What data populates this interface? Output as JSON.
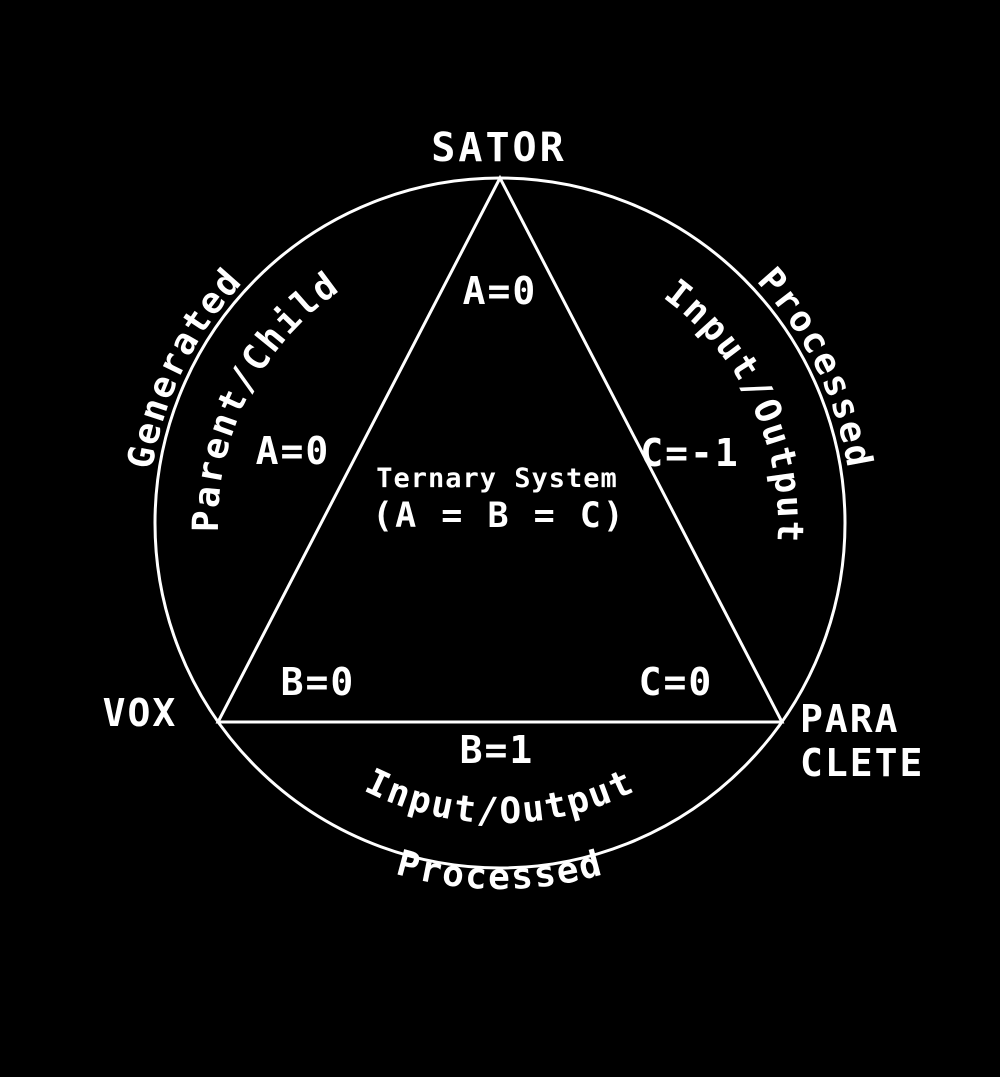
{
  "colors": {
    "background": "#000000",
    "foreground": "#ffffff"
  },
  "diagram": {
    "center": {
      "line1": "Ternary System",
      "line2": "(A = B = C)"
    },
    "vertices": {
      "top": "SATOR",
      "left": "VOX",
      "right_line1": "PARA",
      "right_line2": "CLETE"
    },
    "edge_labels": {
      "apex_inner": "A=0",
      "left_edge": "A=0",
      "right_edge": "C=-1",
      "base_left_inner": "B=0",
      "base_right_inner": "C=0",
      "base_below": "B=1"
    },
    "arc_labels": {
      "upper_left_outer": "Generated",
      "upper_left_inner": "Parent/Child",
      "upper_right_outer": "Processed",
      "upper_right_inner": "Input/Output",
      "bottom_inner": "Input/Output",
      "bottom_outer": "Processed"
    }
  }
}
